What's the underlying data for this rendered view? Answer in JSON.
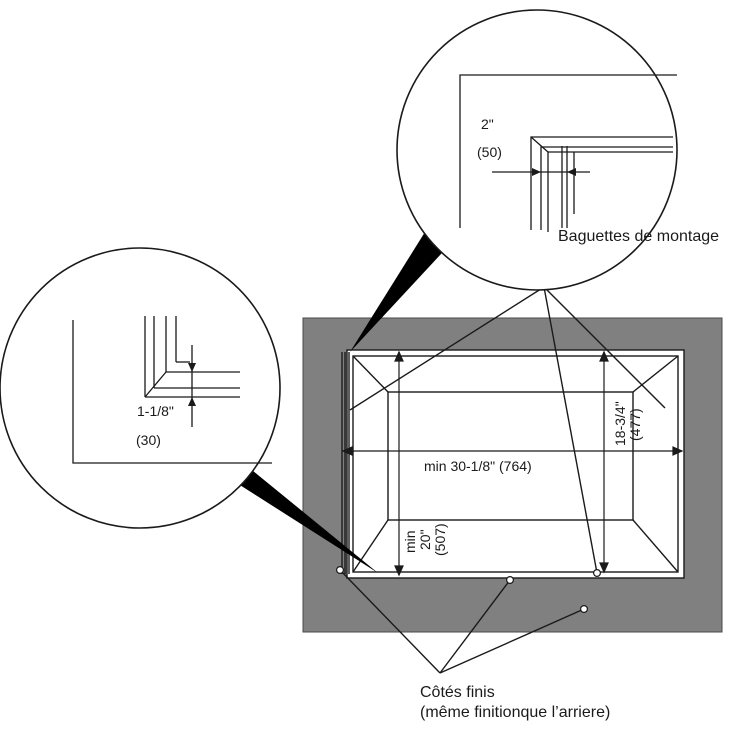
{
  "labels": {
    "top_detail_dimension": "2\"",
    "top_detail_dimension_mm": "(50)",
    "mounting_strips": "Baguettes de montage",
    "left_detail_dimension": "1-1/8\"",
    "left_detail_dimension_mm": "(30)",
    "min_width": "min 30-1/8\" (764)",
    "height_dimension": "18-3/4\"",
    "height_dimension_mm": "(477)",
    "min_depth_prefix": "min",
    "min_depth": "20\"",
    "min_depth_mm": "(507)",
    "finished_sides": "Côtés finis",
    "finished_sides_note": "(même finitionque l’arriere)"
  },
  "colors": {
    "surround": "#808080",
    "surround_edge": "#4a4a4a",
    "line": "#1a1a1a",
    "background": "#ffffff"
  }
}
